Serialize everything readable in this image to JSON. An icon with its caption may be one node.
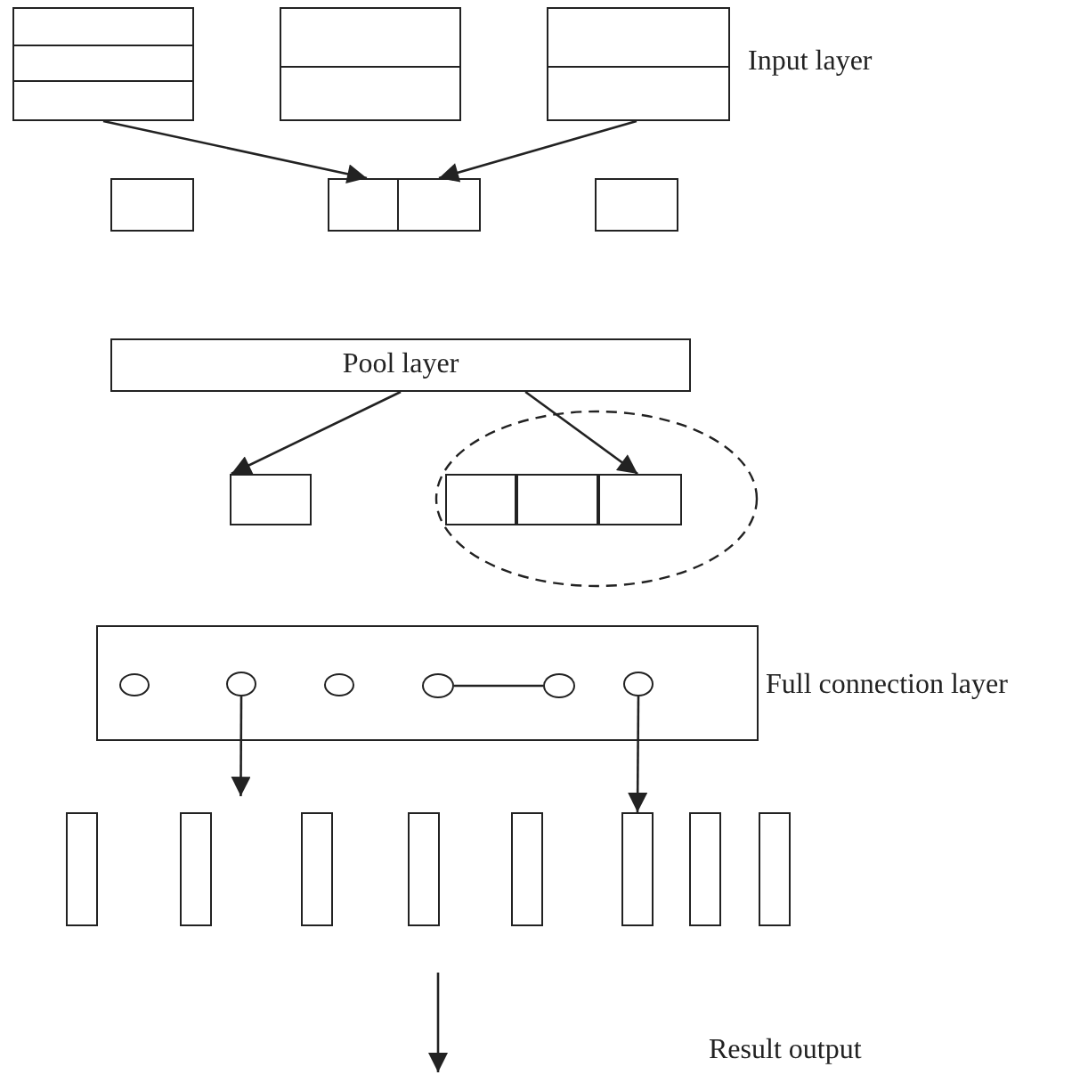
{
  "diagram": {
    "nodes": [
      {
        "text": [],
        "shape": "box"
      },
      {
        "text": [],
        "shape": "box"
      },
      {
        "text": [],
        "shape": "box"
      },
      {
        "text": [],
        "shape": "box"
      },
      {
        "text": [],
        "shape": "box"
      },
      {
        "text": [],
        "shape": "box"
      },
      {
        "text": [],
        "shape": "box"
      },
      {
        "text": [
          "Pool layer"
        ]
      },
      {
        "text": [],
        "shape": "box"
      },
      {
        "text": [],
        "shape": "ellipse"
      },
      {
        "text": [],
        "shape": "box",
        "in": 9
      },
      {
        "text": [],
        "shape": "box",
        "in": 9
      },
      {
        "text": [],
        "shape": "box",
        "in": 9
      },
      {
        "text": [
          "Full connection layer"
        ]
      },
      {
        "text": [],
        "shape": "circle",
        "in": 13
      },
      {
        "text": [],
        "shape": "circle",
        "in": 13
      },
      {
        "text": [],
        "shape": "circle",
        "in": 13
      },
      {
        "text": [],
        "shape": "circle",
        "in": 13
      },
      {
        "text": [],
        "shape": "circle",
        "in": 13
      },
      {
        "text": [],
        "shape": "circle",
        "in": 13
      },
      {
        "text": [],
        "shape": "bar"
      },
      {
        "text": [],
        "shape": "bar"
      },
      {
        "text": [],
        "shape": "bar"
      },
      {
        "text": [],
        "shape": "bar"
      },
      {
        "text": [],
        "shape": "bar"
      },
      {
        "text": [],
        "shape": "bar"
      },
      {
        "text": [],
        "shape": "bar"
      },
      {
        "text": [],
        "shape": "bar"
      }
    ],
    "edges": [
      {
        "from": 0,
        "to": 4,
        "arrow": "to"
      },
      {
        "from": 2,
        "to": 5,
        "arrow": "to"
      },
      {
        "from": 7,
        "to": 8,
        "arrow": "to"
      },
      {
        "from": 7,
        "to": 12,
        "arrow": "to"
      },
      {
        "from": 17,
        "to": 18,
        "arrow": "none"
      },
      {
        "from": 15,
        "to": 21,
        "arrow": "to"
      },
      {
        "from": 19,
        "to": 25,
        "arrow": "to"
      }
    ],
    "labels": [
      "Input layer",
      "Result output"
    ]
  }
}
